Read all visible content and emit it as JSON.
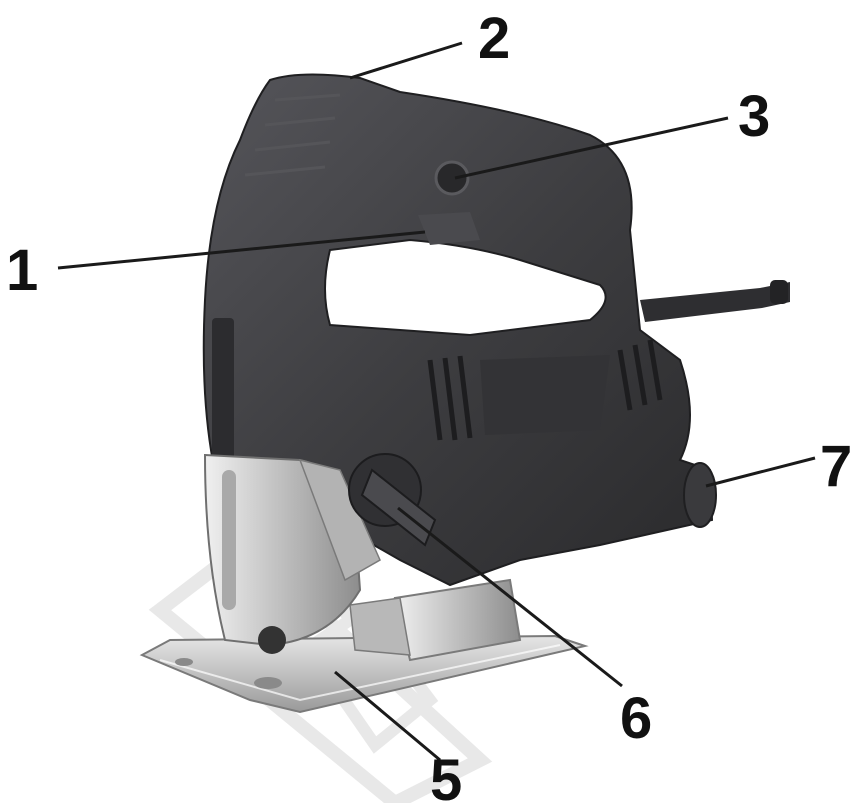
{
  "callouts": [
    {
      "id": "1",
      "label": "1"
    },
    {
      "id": "2",
      "label": "2"
    },
    {
      "id": "3",
      "label": "3"
    },
    {
      "id": "5",
      "label": "5"
    },
    {
      "id": "6",
      "label": "6"
    },
    {
      "id": "7",
      "label": "7"
    }
  ],
  "colors": {
    "body": "#3d3d40",
    "body_dark": "#2a2a2c",
    "body_light": "#5a5a5e",
    "metal": "#c8c8c8",
    "metal_dark": "#8d8d8d",
    "watermark": "#d6d6d6",
    "text": "#111111"
  }
}
